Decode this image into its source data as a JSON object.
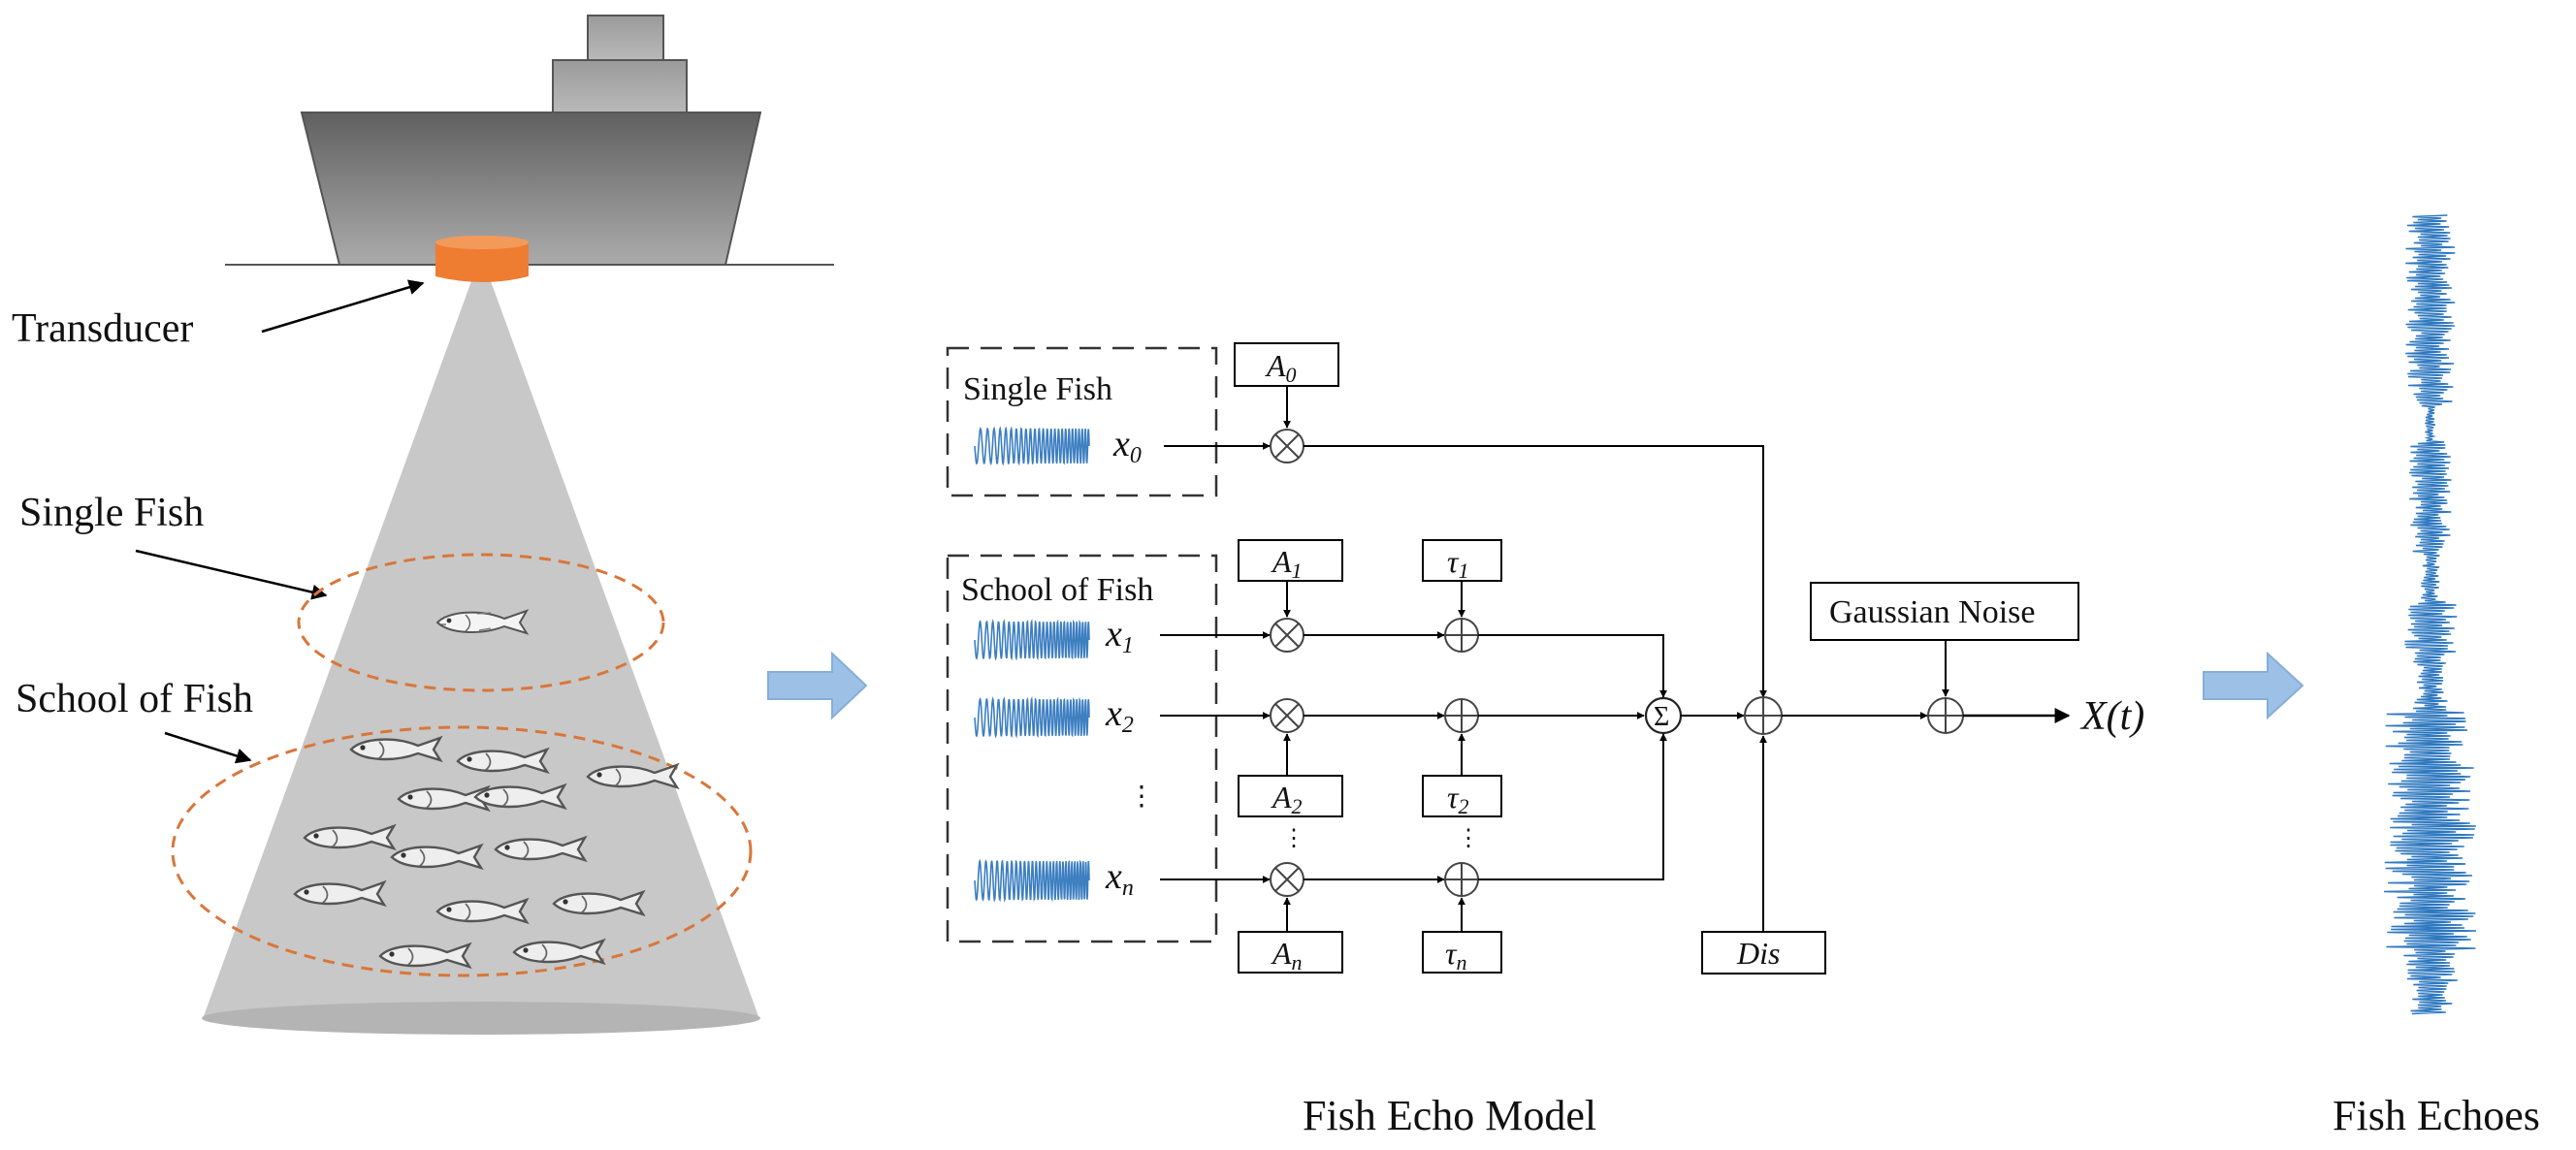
{
  "left_scene": {
    "transducer_label": "Transducer",
    "single_fish_label": "Single Fish",
    "school_label": "School of Fish"
  },
  "model": {
    "single_group_title": "Single Fish",
    "school_group_title": "School of Fish",
    "x0": "x",
    "x0_sub": "0",
    "x1": "x",
    "x1_sub": "1",
    "x2": "x",
    "x2_sub": "2",
    "xn": "x",
    "xn_sub": "n",
    "A0": "A",
    "A0_sub": "0",
    "A1": "A",
    "A1_sub": "1",
    "A2": "A",
    "A2_sub": "2",
    "An": "A",
    "An_sub": "n",
    "tau1": "τ",
    "tau1_sub": "1",
    "tau2": "τ",
    "tau2_sub": "2",
    "taun": "τ",
    "taun_sub": "n",
    "sum_symbol": "Σ",
    "dis_label": "Dis",
    "noise_label": "Gaussian Noise",
    "output_label": "X(t)",
    "ellipsis": "⋮",
    "caption": "Fish Echo Model"
  },
  "echoes": {
    "caption": "Fish Echoes"
  },
  "colors": {
    "signal_blue": "#3d7fc1",
    "arrow_blue": "#9dc1e6",
    "ship_dark": "#6d6d6d",
    "ship_light": "#a9a9a9",
    "beam_gray": "#c8c8c8",
    "transducer_orange": "#ee7d31",
    "ellipse_orange": "#d9763a"
  }
}
